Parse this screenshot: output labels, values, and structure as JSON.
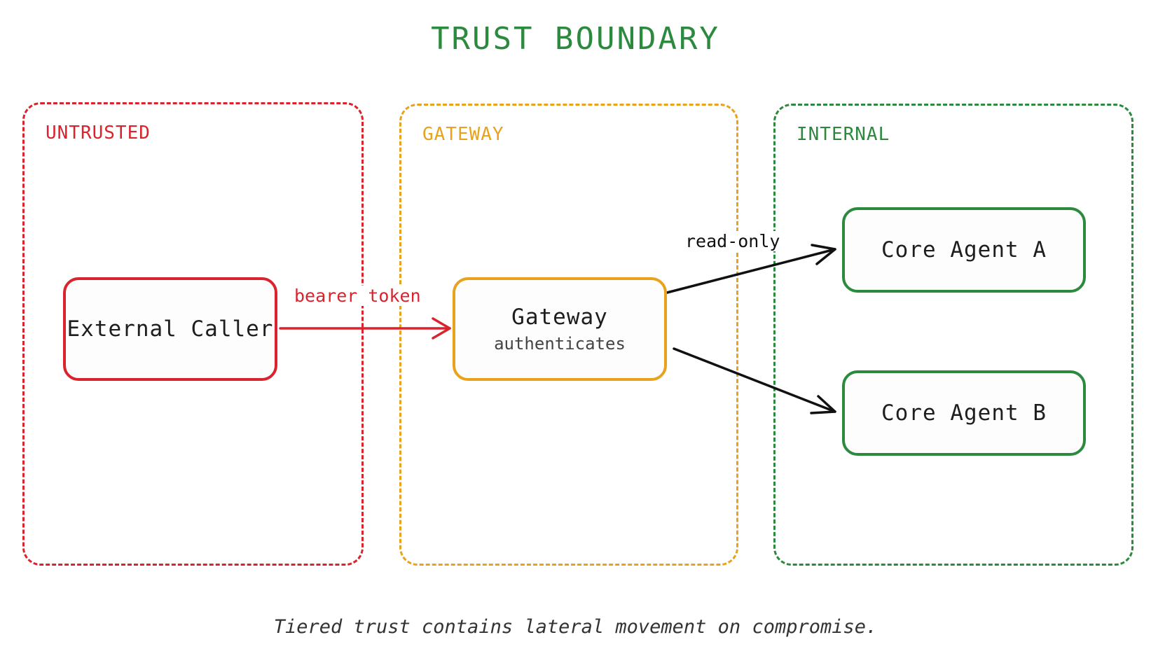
{
  "title": "TRUST BOUNDARY",
  "colors": {
    "untrusted": "#d9232d",
    "gateway": "#e9a21b",
    "internal": "#2b8a3e",
    "arrow": "#111111"
  },
  "zones": {
    "untrusted": {
      "label": "UNTRUSTED"
    },
    "gateway": {
      "label": "GATEWAY"
    },
    "internal": {
      "label": "INTERNAL"
    }
  },
  "nodes": {
    "external_caller": {
      "label": "External Caller"
    },
    "gateway": {
      "label": "Gateway",
      "sublabel": "authenticates"
    },
    "core_agent_a": {
      "label": "Core Agent A"
    },
    "core_agent_b": {
      "label": "Core Agent B"
    }
  },
  "edges": {
    "caller_to_gateway": {
      "label": "bearer token"
    },
    "gateway_to_a": {
      "label": "read-only"
    }
  },
  "caption": "Tiered trust contains lateral movement on compromise."
}
